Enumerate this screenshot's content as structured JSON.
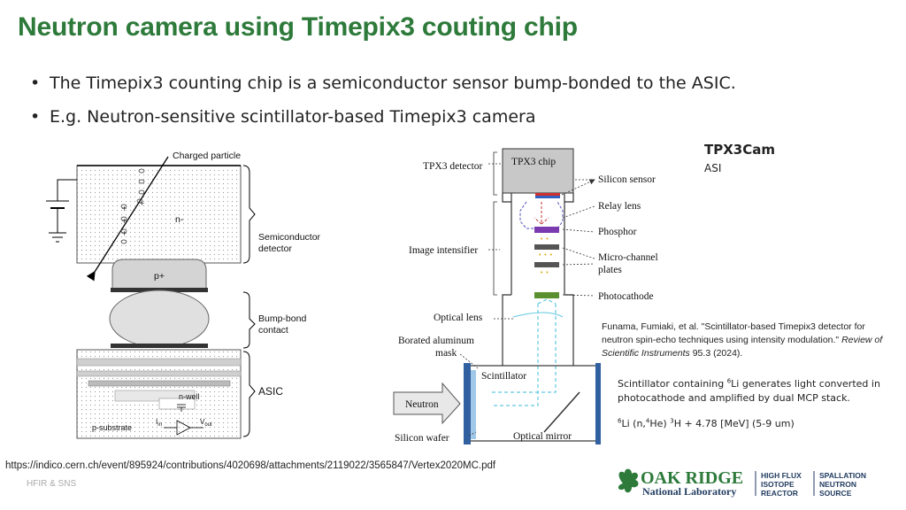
{
  "slide": {
    "title": "Neutron camera using Timepix3 couting chip",
    "bullets": [
      "The Timepix3 counting chip is a semiconductor sensor bump-bonded to the ASIC.",
      "E.g. Neutron-sensitive scintillator-based Timepix3 camera"
    ],
    "url": "https://indico.cern.ch/event/895924/contributions/4020698/attachments/2119022/3565847/Vertex2020MC.pdf",
    "footer": "HFIR & SNS"
  },
  "left_diagram": {
    "charged_particle": "Charged particle",
    "n_minus": "n-",
    "p_plus": "p+",
    "semiconductor_detector": [
      "Semiconductor",
      "detector"
    ],
    "bump_bond_contact": [
      "Bump-bond",
      "contact"
    ],
    "asic": "ASIC",
    "n_well": "n-well",
    "p_substrate": "p-substrate",
    "i_in": "I",
    "i_in_sub": "in",
    "v_out": "V",
    "v_out_sub": "out"
  },
  "right_diagram": {
    "tpx3_detector": "TPX3 detector",
    "tpx3_chip": "TPX3 chip",
    "silicon_sensor": "Silicon sensor",
    "relay_lens": "Relay lens",
    "phosphor": "Phosphor",
    "image_intensifier": "Image intensifier",
    "micro_channel_plates": [
      "Micro-channel",
      "plates"
    ],
    "photocathode": "Photocathode",
    "optical_lens": "Optical lens",
    "borated_aluminum_mask": [
      "Borated aluminum",
      "mask"
    ],
    "scintillator": "Scintillator",
    "neutron": "Neutron",
    "silicon_wafer": "Silicon wafer",
    "optical_mirror": "Optical mirror"
  },
  "tpx3cam": {
    "title": "TPX3Cam",
    "subtitle": "ASI"
  },
  "citation": {
    "authors": "Funama, Fumiaki, et al. \"Scintillator-based Timepix3 detector for neutron spin-echo techniques using intensity modulation.\"",
    "journal": "Review of Scientific Instruments",
    "volume": "95.3 (2024)."
  },
  "note": {
    "line_a": "Scintillator containing ",
    "sup_a": "6",
    "line_b": "Li generates light converted in photocathode and amplified by dual MCP stack.",
    "reaction": {
      "s1": "6",
      "t1": "Li (n,",
      "s2": "4",
      "t2": "He) ",
      "s3": "3",
      "t3": "H + 4.78 [MeV] (5-9 um)"
    }
  },
  "logo": {
    "name_big": "OAK RIDGE",
    "name_small": "National Laboratory",
    "col1": [
      "HIGH FLUX",
      "ISOTOPE",
      "REACTOR"
    ],
    "col2": [
      "SPALLATION",
      "NEUTRON",
      "SOURCE"
    ],
    "colors": {
      "green": "#2d7a3a",
      "navy": "#1f3a5f"
    }
  }
}
